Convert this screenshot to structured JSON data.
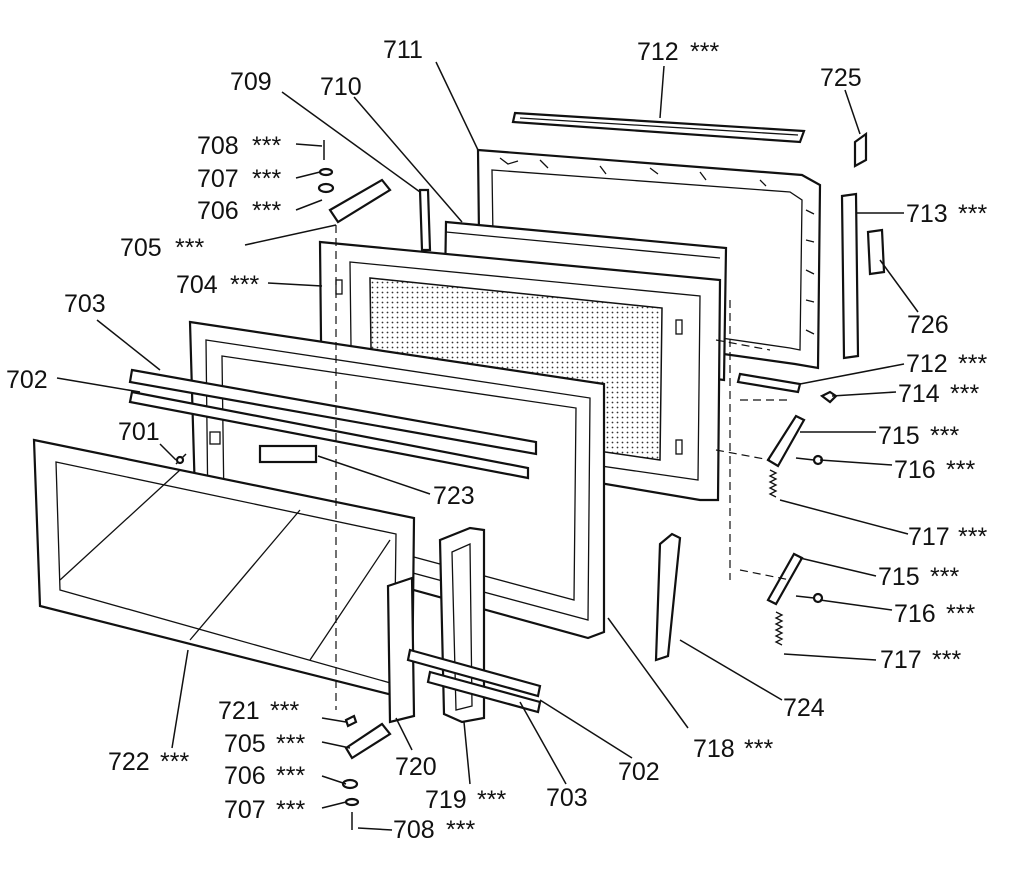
{
  "labels": {
    "l711": "711",
    "l712a": "712",
    "l725": "725",
    "l709": "709",
    "l710": "710",
    "l708a": "708",
    "l707a": "707",
    "l706a": "706",
    "l705a": "705",
    "l704": "704",
    "l713": "713",
    "l726": "726",
    "l703a": "703",
    "l702a": "702",
    "l712b": "712",
    "l714": "714",
    "l701": "701",
    "l715a": "715",
    "l716a": "716",
    "l723": "723",
    "l717a": "717",
    "l715b": "715",
    "l716b": "716",
    "l717b": "717",
    "l724": "724",
    "l721": "721",
    "l705b": "705",
    "l720": "720",
    "l722": "722",
    "l718": "718",
    "l706b": "706",
    "l702b": "702",
    "l719": "719",
    "l703b": "703",
    "l707b": "707",
    "l708b": "708"
  },
  "stars": "***"
}
